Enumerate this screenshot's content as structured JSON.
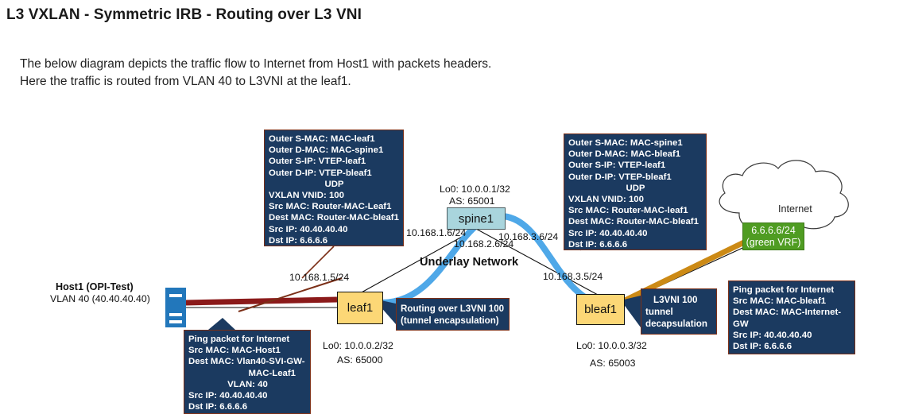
{
  "page": {
    "title": "L3 VXLAN - Symmetric IRB - Routing over L3 VNI",
    "intro_line1": "The below diagram depicts the traffic flow to Internet from Host1 with packets headers.",
    "intro_line2": "Here the traffic is routed from VLAN 40 to L3VNI at the leaf1."
  },
  "colors": {
    "infobox_bg": "#1b3a60",
    "infobox_border": "#7b2f17",
    "spine_fill": "#a9d5dd",
    "leaf_fill": "#fcd776",
    "vrf_fill": "#4f9c22",
    "host_fill": "#2277bb",
    "tunnel_blue": "#4fa8e8",
    "host_link_red": "#8b1a1a",
    "internet_link_orange": "#cc8a15"
  },
  "nodes": {
    "host": {
      "name": "Host1 (OPI-Test)",
      "vlan": "VLAN 40 (40.40.40.40)",
      "icon": "server-icon"
    },
    "spine1": {
      "label": "spine1",
      "loopback": "Lo0: 10.0.0.1/32",
      "as": "AS: 65001"
    },
    "leaf1": {
      "label": "leaf1",
      "loopback": "Lo0: 10.0.0.2/32",
      "as": "AS: 65000"
    },
    "bleaf1": {
      "label": "bleaf1",
      "loopback": "Lo0: 10.0.0.3/32",
      "as": "AS: 65003"
    },
    "vrf": {
      "line1": "6.6.6.6/24",
      "line2": "(green VRF)"
    },
    "internet": {
      "label": "Internet"
    }
  },
  "link_labels": {
    "underlay": "Underlay Network",
    "leaf1_spine1_far": "10.168.1.6/24",
    "spine1_mid": "10.168.2.6/24",
    "spine1_bleaf1_far": "10.168.3.6/24",
    "leaf1_near": "10.168.1.5/24",
    "bleaf1_near": "10.168.3.5/24"
  },
  "boxes": {
    "header_leaf_to_spine": {
      "lines": [
        "Outer S-MAC: MAC-leaf1",
        "Outer D-MAC: MAC-spine1",
        "Outer S-IP: VTEP-leaf1",
        "Outer D-IP: VTEP-bleaf1",
        "UDP",
        "VXLAN VNID: 100",
        "Src MAC: Router-MAC-Leaf1",
        "Dest MAC: Router-MAC-bleaf1",
        "Src IP: 40.40.40.40",
        "Dst IP: 6.6.6.6"
      ]
    },
    "header_spine_to_bleaf": {
      "lines": [
        "Outer S-MAC: MAC-spine1",
        "Outer D-MAC: MAC-bleaf1",
        "Outer S-IP: VTEP-leaf1",
        "Outer D-IP: VTEP-bleaf1",
        "UDP",
        "VXLAN VNID: 100",
        "Src MAC: Router-MAC-leaf1",
        "Dest MAC: Router-MAC-bleaf1",
        "Src IP: 40.40.40.40",
        "Dst IP: 6.6.6.6"
      ]
    },
    "ping_from_host": {
      "title": "Ping packet for Internet",
      "lines": [
        "Src MAC: MAC-Host1",
        "Dest MAC: Vlan40-SVI-GW-",
        "MAC-Leaf1",
        "VLAN: 40",
        "Src IP: 40.40.40.40",
        "Dst IP: 6.6.6.6"
      ]
    },
    "ping_to_internet": {
      "title": "Ping packet for Internet",
      "lines": [
        "Src MAC: MAC-bleaf1",
        "Dest MAC: MAC-Internet-GW",
        "Src IP: 40.40.40.40",
        "Dst IP: 6.6.6.6"
      ]
    },
    "encapsulation": {
      "line1": "Routing over L3VNI 100",
      "line2": "(tunnel encapsulation)"
    },
    "decapsulation": {
      "line1": "L3VNI 100",
      "line2": "tunnel",
      "line3": "decapsulation"
    }
  }
}
